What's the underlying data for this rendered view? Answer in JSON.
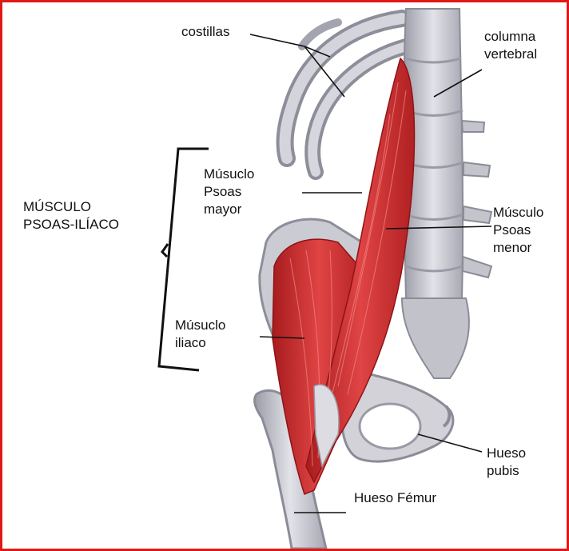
{
  "labels": {
    "costillas": "costillas",
    "columna": "columna\nvertebral",
    "psoas_mayor": "Músuclo\nPsoas\nmayor",
    "psoas_iliaco": "MÚSCULO\nPSOAS-ILÍACO",
    "psoas_menor": "Músculo\nPsoas\nmenor",
    "iliaco": "Músuclo\niliaco",
    "pubis": "Hueso\npubis",
    "femur": "Hueso Fémur"
  },
  "colors": {
    "frame": "#e01818",
    "muscle": "#c8282a",
    "bone": "#cfcfd6",
    "bone_shadow": "#9a9aa6",
    "leader": "#111111"
  }
}
